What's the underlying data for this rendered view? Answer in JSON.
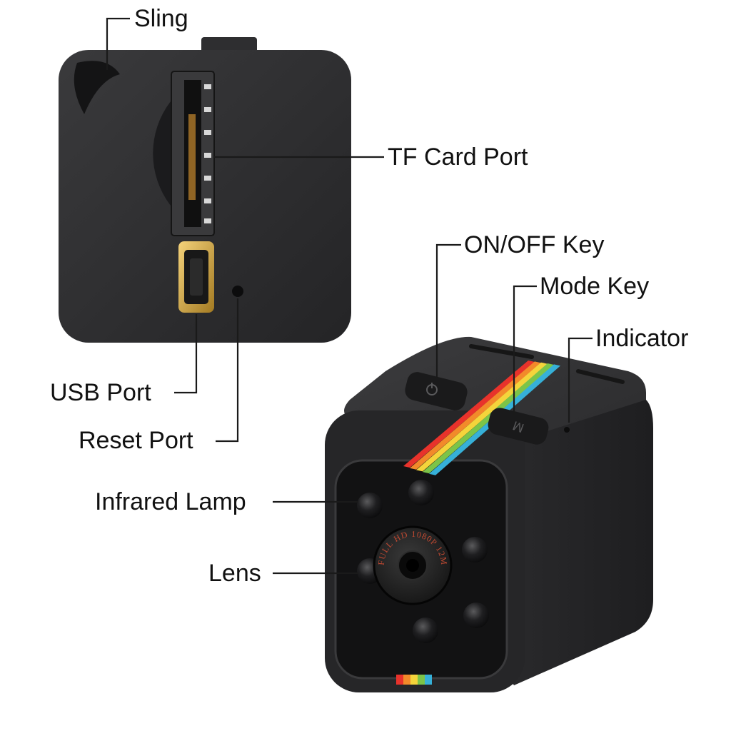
{
  "labels": {
    "sling": "Sling",
    "tf_card_port": "TF Card Port",
    "usb_port": "USB Port",
    "reset_port": "Reset Port",
    "on_off_key": "ON/OFF Key",
    "mode_key": "Mode Key",
    "indicator": "Indicator",
    "infrared_lamp": "Infrared Lamp",
    "lens": "Lens"
  },
  "lens_ring_text": "FULL HD 1080P 12M",
  "mode_key_glyph": "M",
  "rainbow_colors": [
    "#e8322b",
    "#f28a2a",
    "#f4d43b",
    "#7cc448",
    "#36b0d8"
  ],
  "body_color": "#2b2b2d"
}
